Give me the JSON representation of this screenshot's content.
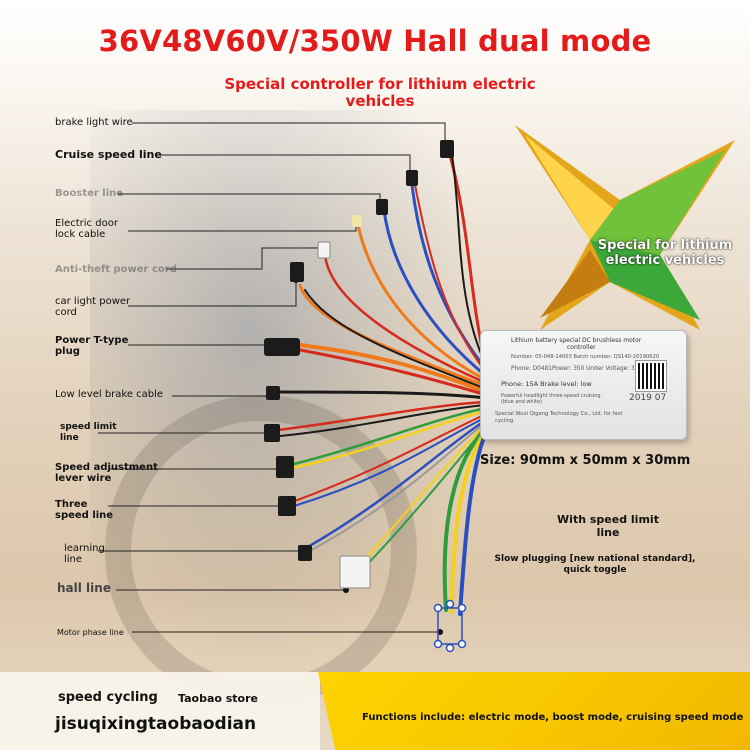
{
  "title": "36V48V60V/350W Hall dual mode",
  "subtitle": "Special controller for lithium electric vehicles",
  "wire_labels": [
    {
      "id": "brake-light-wire",
      "text": "brake light wire"
    },
    {
      "id": "cruise-speed-line",
      "text": "Cruise speed line"
    },
    {
      "id": "booster-line",
      "text": "Booster line"
    },
    {
      "id": "electric-door-lock-cable",
      "text": "Electric door lock cable"
    },
    {
      "id": "anti-theft-power-cord",
      "text": "Anti-theft power cord"
    },
    {
      "id": "car-light-power-cord",
      "text": "car light power cord"
    },
    {
      "id": "power-t-type-plug",
      "text": "Power T-type plug"
    },
    {
      "id": "low-level-brake-cable",
      "text": "Low level brake cable"
    },
    {
      "id": "speed-limit-line",
      "text": "speed limit line"
    },
    {
      "id": "speed-adjustment-lever-wire",
      "text": "Speed adjustment lever wire"
    },
    {
      "id": "three-speed-line",
      "text": "Three speed line"
    },
    {
      "id": "learning-line",
      "text": "learning line"
    },
    {
      "id": "hall-line",
      "text": "hall line"
    },
    {
      "id": "motor-phase-line",
      "text": "Motor phase line"
    }
  ],
  "controller": {
    "line1": "Lithium battery special DC brushless motor",
    "line2": "controller",
    "line3": "Number: 05-048-14003 Batch number: QS140-20190620",
    "line4": "Phone: D0481Power: 350 Under Voltage: 38",
    "line5": "Phone: 15A Brake level: low",
    "line6": "Powerful headlight three-speed cruising",
    "line7": "(blue and white)",
    "date": "2019 07",
    "line8": "Special Wuxi Qigang Technology Co., Ltd. for fast",
    "line9": "cycling"
  },
  "star_badge": "Special for lithium electric vehicles",
  "size": "Size: 90mm x 50mm x 30mm",
  "speed_limit_note": "With speed limit line",
  "slow_plug_note": "Slow plugging [new national standard], quick toggle",
  "footer": {
    "speed_cycling": "speed cycling",
    "store": "Taobao store",
    "shop_id": "jisuqixingtaobaodian",
    "functions": "Functions include: electric mode, boost mode, cruising speed mode"
  },
  "colors": {
    "title": "#e31b1b",
    "footer_yellow": "#ffd400",
    "wire_red": "#d62a1e",
    "wire_blue": "#2a4fc0",
    "wire_orange": "#f07a1a",
    "wire_yellow": "#f2d21c",
    "wire_green": "#2e9d3a",
    "wire_black": "#1b1b1b",
    "wire_white": "#f4f4f4",
    "wire_gray": "#9a9a9a"
  }
}
